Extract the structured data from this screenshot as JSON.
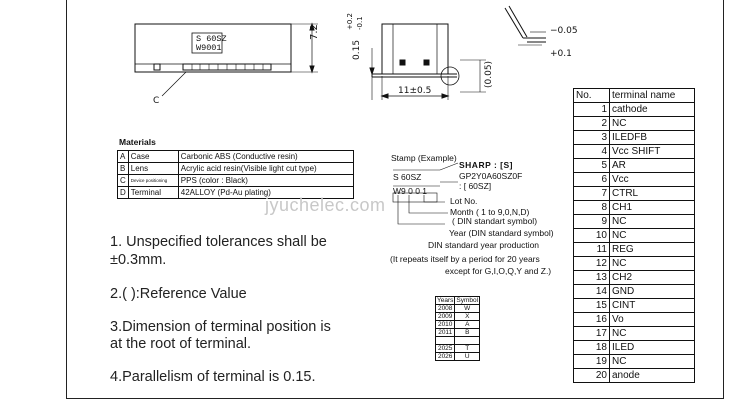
{
  "drawing": {
    "label_top1": "S 60SZ",
    "label_top2": "W9001",
    "dim_height": "7.2",
    "callout_c": "C",
    "dim_thickness": "0.15",
    "dim_tol_plus": "+0.2",
    "dim_tol_minus": "-0.1",
    "dim_width": "11±0.5",
    "dim_gap": "(0.05)",
    "dim_r_minus": "−0.05",
    "dim_r_plus": "+0.1"
  },
  "materials": {
    "title": "Materials",
    "rows": [
      {
        "key": "A",
        "part": "Case",
        "material": "Carbonic ABS (Conductive resin)"
      },
      {
        "key": "B",
        "part": "Lens",
        "material": "Acrylic acid resin(Visible light cut type)"
      },
      {
        "key": "C",
        "part": "Device positioning",
        "material": "PPS (color : Black)"
      },
      {
        "key": "D",
        "part": "Terminal",
        "material": "42ALLOY (Pd-Au plating)"
      }
    ]
  },
  "stamp": {
    "title": "Stamp (Example)",
    "line1_left": "S 60SZ",
    "line1_right": "SHARP : [S]",
    "line2_right": "GP2Y0A60SZ0F",
    "line3_right": ": [ 60SZ]",
    "line2_left": "W9 0 0 1",
    "lot_no": "Lot No.",
    "month": "Month ( 1 to 9,0,N,D)",
    "month_std": "( DIN standart symbol)",
    "year": "Year (DIN standard symbol)",
    "din": "DIN standard year production",
    "repeat": "(It repeats itself by a period for 20 years",
    "except": "except for G,I,O,Q,Y and Z.)"
  },
  "years_table": {
    "headers": [
      "Years",
      "Symbol"
    ],
    "rows": [
      [
        "2008",
        "W"
      ],
      [
        "2009",
        "X"
      ],
      [
        "2010",
        "A"
      ],
      [
        "2011",
        "B"
      ],
      [
        "  ",
        " "
      ],
      [
        "2025",
        "T"
      ],
      [
        "2026",
        "U"
      ]
    ]
  },
  "notes": {
    "n1a": "1. Unspecified tolerances shall be",
    "n1b": "±0.3mm.",
    "n2": "2.( ):Reference Value",
    "n3a": "3.Dimension of terminal position is",
    "n3b": "at the root of terminal.",
    "n4": "4.Parallelism of terminal is 0.15."
  },
  "terminals": {
    "header_no": "No.",
    "header_name": "terminal name",
    "rows": [
      [
        "1",
        "cathode"
      ],
      [
        "2",
        "NC"
      ],
      [
        "3",
        "ILEDFB"
      ],
      [
        "4",
        "Vcc SHIFT"
      ],
      [
        "5",
        "AR"
      ],
      [
        "6",
        "Vcc"
      ],
      [
        "7",
        "CTRL"
      ],
      [
        "8",
        "CH1"
      ],
      [
        "9",
        "NC"
      ],
      [
        "10",
        "NC"
      ],
      [
        "11",
        "REG"
      ],
      [
        "12",
        "NC"
      ],
      [
        "13",
        "CH2"
      ],
      [
        "14",
        "GND"
      ],
      [
        "15",
        "CINT"
      ],
      [
        "16",
        "Vo"
      ],
      [
        "17",
        "NC"
      ],
      [
        "18",
        "ILED"
      ],
      [
        "19",
        "NC"
      ],
      [
        "20",
        "anode"
      ]
    ]
  },
  "watermark": "jyuchelec.com"
}
